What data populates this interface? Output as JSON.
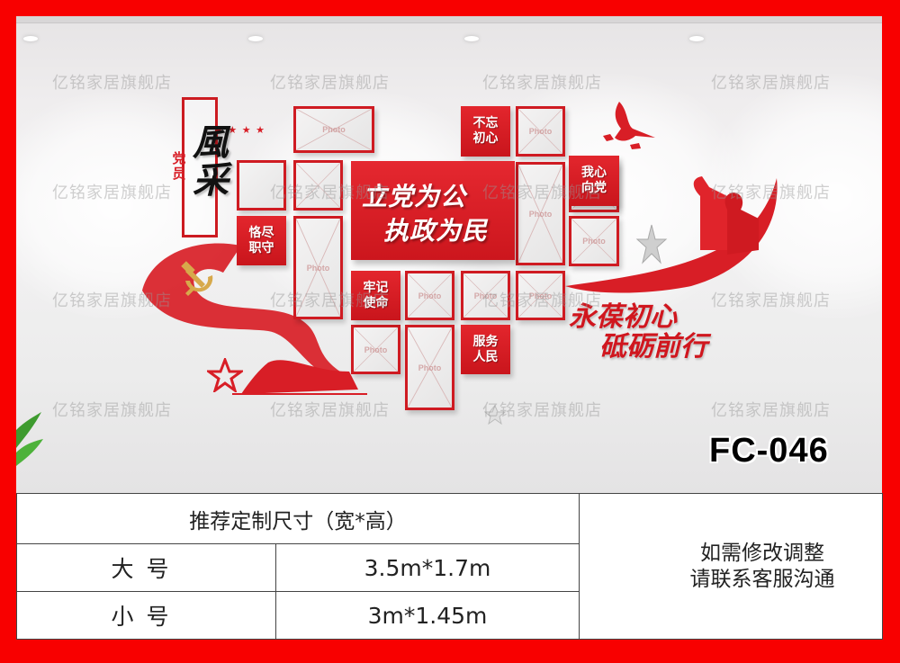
{
  "watermark": {
    "text": "亿铭家居旗舰店"
  },
  "wall": {
    "side_label": "党员",
    "title_calligraphy": "風采",
    "main_slogan": {
      "line1": "立党为公",
      "line2": "执政为民"
    },
    "tiles": [
      {
        "id": "buwang",
        "text": "不忘\n初心",
        "line1": "不忘",
        "line2": "初心"
      },
      {
        "id": "kejin",
        "line1": "恪尽",
        "line2": "职守"
      },
      {
        "id": "laoji",
        "line1": "牢记",
        "line2": "使命"
      },
      {
        "id": "fuwu",
        "line1": "服务",
        "line2": "人民"
      },
      {
        "id": "woxin",
        "line1": "我心",
        "line2": "向党"
      }
    ],
    "photo_placeholder": "Photo",
    "calligraphy_slogan": {
      "line1": "永葆初心",
      "line2": "砥砺前行"
    }
  },
  "product": {
    "model": "FC-046"
  },
  "spec_table": {
    "header": "推荐定制尺寸（宽*高）",
    "rows": [
      {
        "size": "大号",
        "dims": "3.5m*1.7m"
      },
      {
        "size": "小号",
        "dims": "3m*1.45m"
      }
    ],
    "note_line1": "如需修改调整",
    "note_line2": "请联系客服沟通"
  },
  "colors": {
    "frame_red": "#f80000",
    "accent_red": "#d81e26",
    "gold": "#d7a94b"
  }
}
